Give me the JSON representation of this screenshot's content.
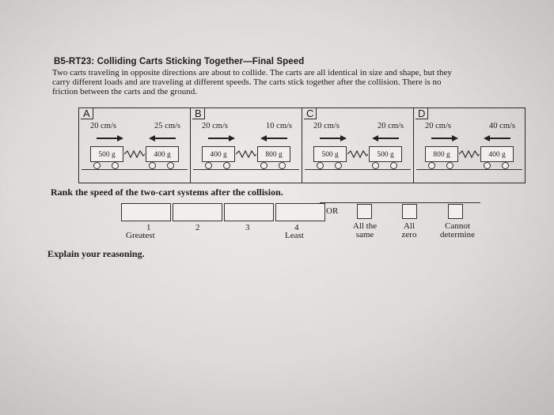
{
  "title": "B5-RT23: Colliding Carts Sticking Together—Final Speed",
  "intro": [
    "Two carts traveling in opposite directions are about to collide. The carts are all identical in size and shape, but they",
    "carry different loads and are traveling at different speeds. The carts stick together after the collision. There is no",
    "friction between the carts and the ground."
  ],
  "panels": [
    {
      "label": "A",
      "left_speed": "20 cm/s",
      "right_speed": "25 cm/s",
      "left_mass": "500 g",
      "right_mass": "400 g"
    },
    {
      "label": "B",
      "left_speed": "20 cm/s",
      "right_speed": "10 cm/s",
      "left_mass": "400 g",
      "right_mass": "800 g"
    },
    {
      "label": "C",
      "left_speed": "20 cm/s",
      "right_speed": "20 cm/s",
      "left_mass": "500 g",
      "right_mass": "500 g"
    },
    {
      "label": "D",
      "left_speed": "20 cm/s",
      "right_speed": "40 cm/s",
      "left_mass": "800 g",
      "right_mass": "400 g"
    }
  ],
  "rank_question": "Rank the speed of the two-cart systems after the collision.",
  "ranks": [
    "1",
    "2",
    "3",
    "4"
  ],
  "rank_greatest": "Greatest",
  "rank_least": "Least",
  "or_text": "OR",
  "choices": [
    {
      "label": "All the same"
    },
    {
      "label": "All zero"
    },
    {
      "label": "Cannot determine"
    }
  ],
  "explain": "Explain your reasoning."
}
